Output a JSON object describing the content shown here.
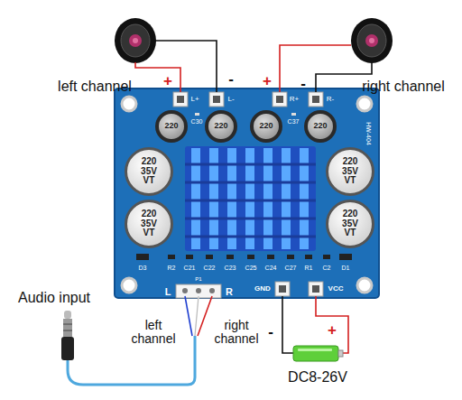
{
  "diagram": {
    "nodes": [
      {
        "text": [
          "220"
        ]
      },
      {
        "text": [
          "220"
        ]
      },
      {
        "text": [
          "220"
        ]
      },
      {
        "text": [
          "220"
        ]
      },
      {
        "text": [
          "220 35V VT"
        ]
      },
      {
        "text": [
          "220 35V VT"
        ]
      },
      {
        "text": [
          "220 35V VT"
        ]
      },
      {
        "text": [
          "220 35V VT"
        ]
      }
    ],
    "labels": [
      "left channel",
      "right channel",
      "+",
      "-",
      "+",
      "-",
      "L+",
      "L-",
      "R+",
      "R-",
      "C30",
      "C37",
      "HW-404",
      "R2",
      "C21",
      "C22",
      "C23",
      "C25",
      "C24",
      "C27",
      "R1",
      "C2",
      "D3",
      "D1",
      "GND",
      "VCC",
      "L",
      "R",
      "P1",
      "Audio input",
      "left channel",
      "right channel",
      "-",
      "+",
      "DC8-26V"
    ]
  }
}
